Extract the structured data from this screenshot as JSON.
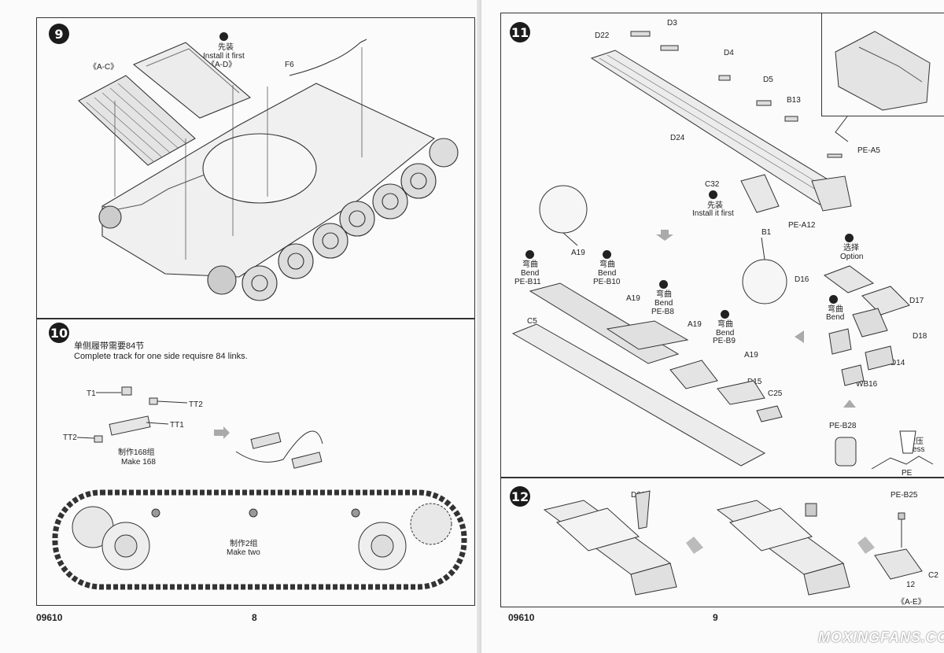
{
  "pages": {
    "left_number": "8",
    "right_number": "9",
    "left_code": "09610",
    "right_code": "09610"
  },
  "step9": {
    "number": "9",
    "install_first_cn": "先装",
    "install_first_en": "Install it first",
    "part_ac": "《A-C》",
    "part_ad": "《A-D》",
    "part_f6": "F6"
  },
  "step10": {
    "number": "10",
    "note_cn": "单侧履带需要84节",
    "note_en": "Complete track for one side requisre 84 links.",
    "t1": "T1",
    "tt2_a": "TT2",
    "tt1": "TT1",
    "tt2_b": "TT2",
    "make168_cn": "制作168组",
    "make168_en": "Make 168",
    "make2_cn": "制作2组",
    "make2_en": "Make two"
  },
  "step11": {
    "number": "11",
    "d22": "D22",
    "d3": "D3",
    "d4": "D4",
    "d5": "D5",
    "b13": "B13",
    "d24": "D24",
    "pe_a5": "PE-A5",
    "c32": "C32",
    "install_first_cn": "先装",
    "install_first_en": "Install it first",
    "pe_a12": "PE-A12",
    "b1": "B1",
    "a19_1": "A19",
    "a19_2": "A19",
    "a19_3": "A19",
    "a19_4": "A19",
    "bend_cn": "弯曲",
    "bend_en": "Bend",
    "pe_b11": "PE-B11",
    "pe_b10": "PE-B10",
    "pe_b8": "PE-B8",
    "pe_b9": "PE-B9",
    "c5": "C5",
    "d15": "D15",
    "c25": "C25",
    "option_cn": "选择",
    "option_en": "Option",
    "d16": "D16",
    "d17": "D17",
    "d18": "D18",
    "d14": "D14",
    "wb16": "WB16",
    "pe_b28": "PE-B28",
    "press_cn": "按压",
    "press_en": "Press",
    "pe": "PE"
  },
  "step12": {
    "number": "12",
    "d20": "D20",
    "pe_b25": "PE-B25",
    "c2": "C2",
    "n12": "12",
    "part_ae": "《A-E》"
  },
  "watermark": "MOXINGFANS.COM"
}
